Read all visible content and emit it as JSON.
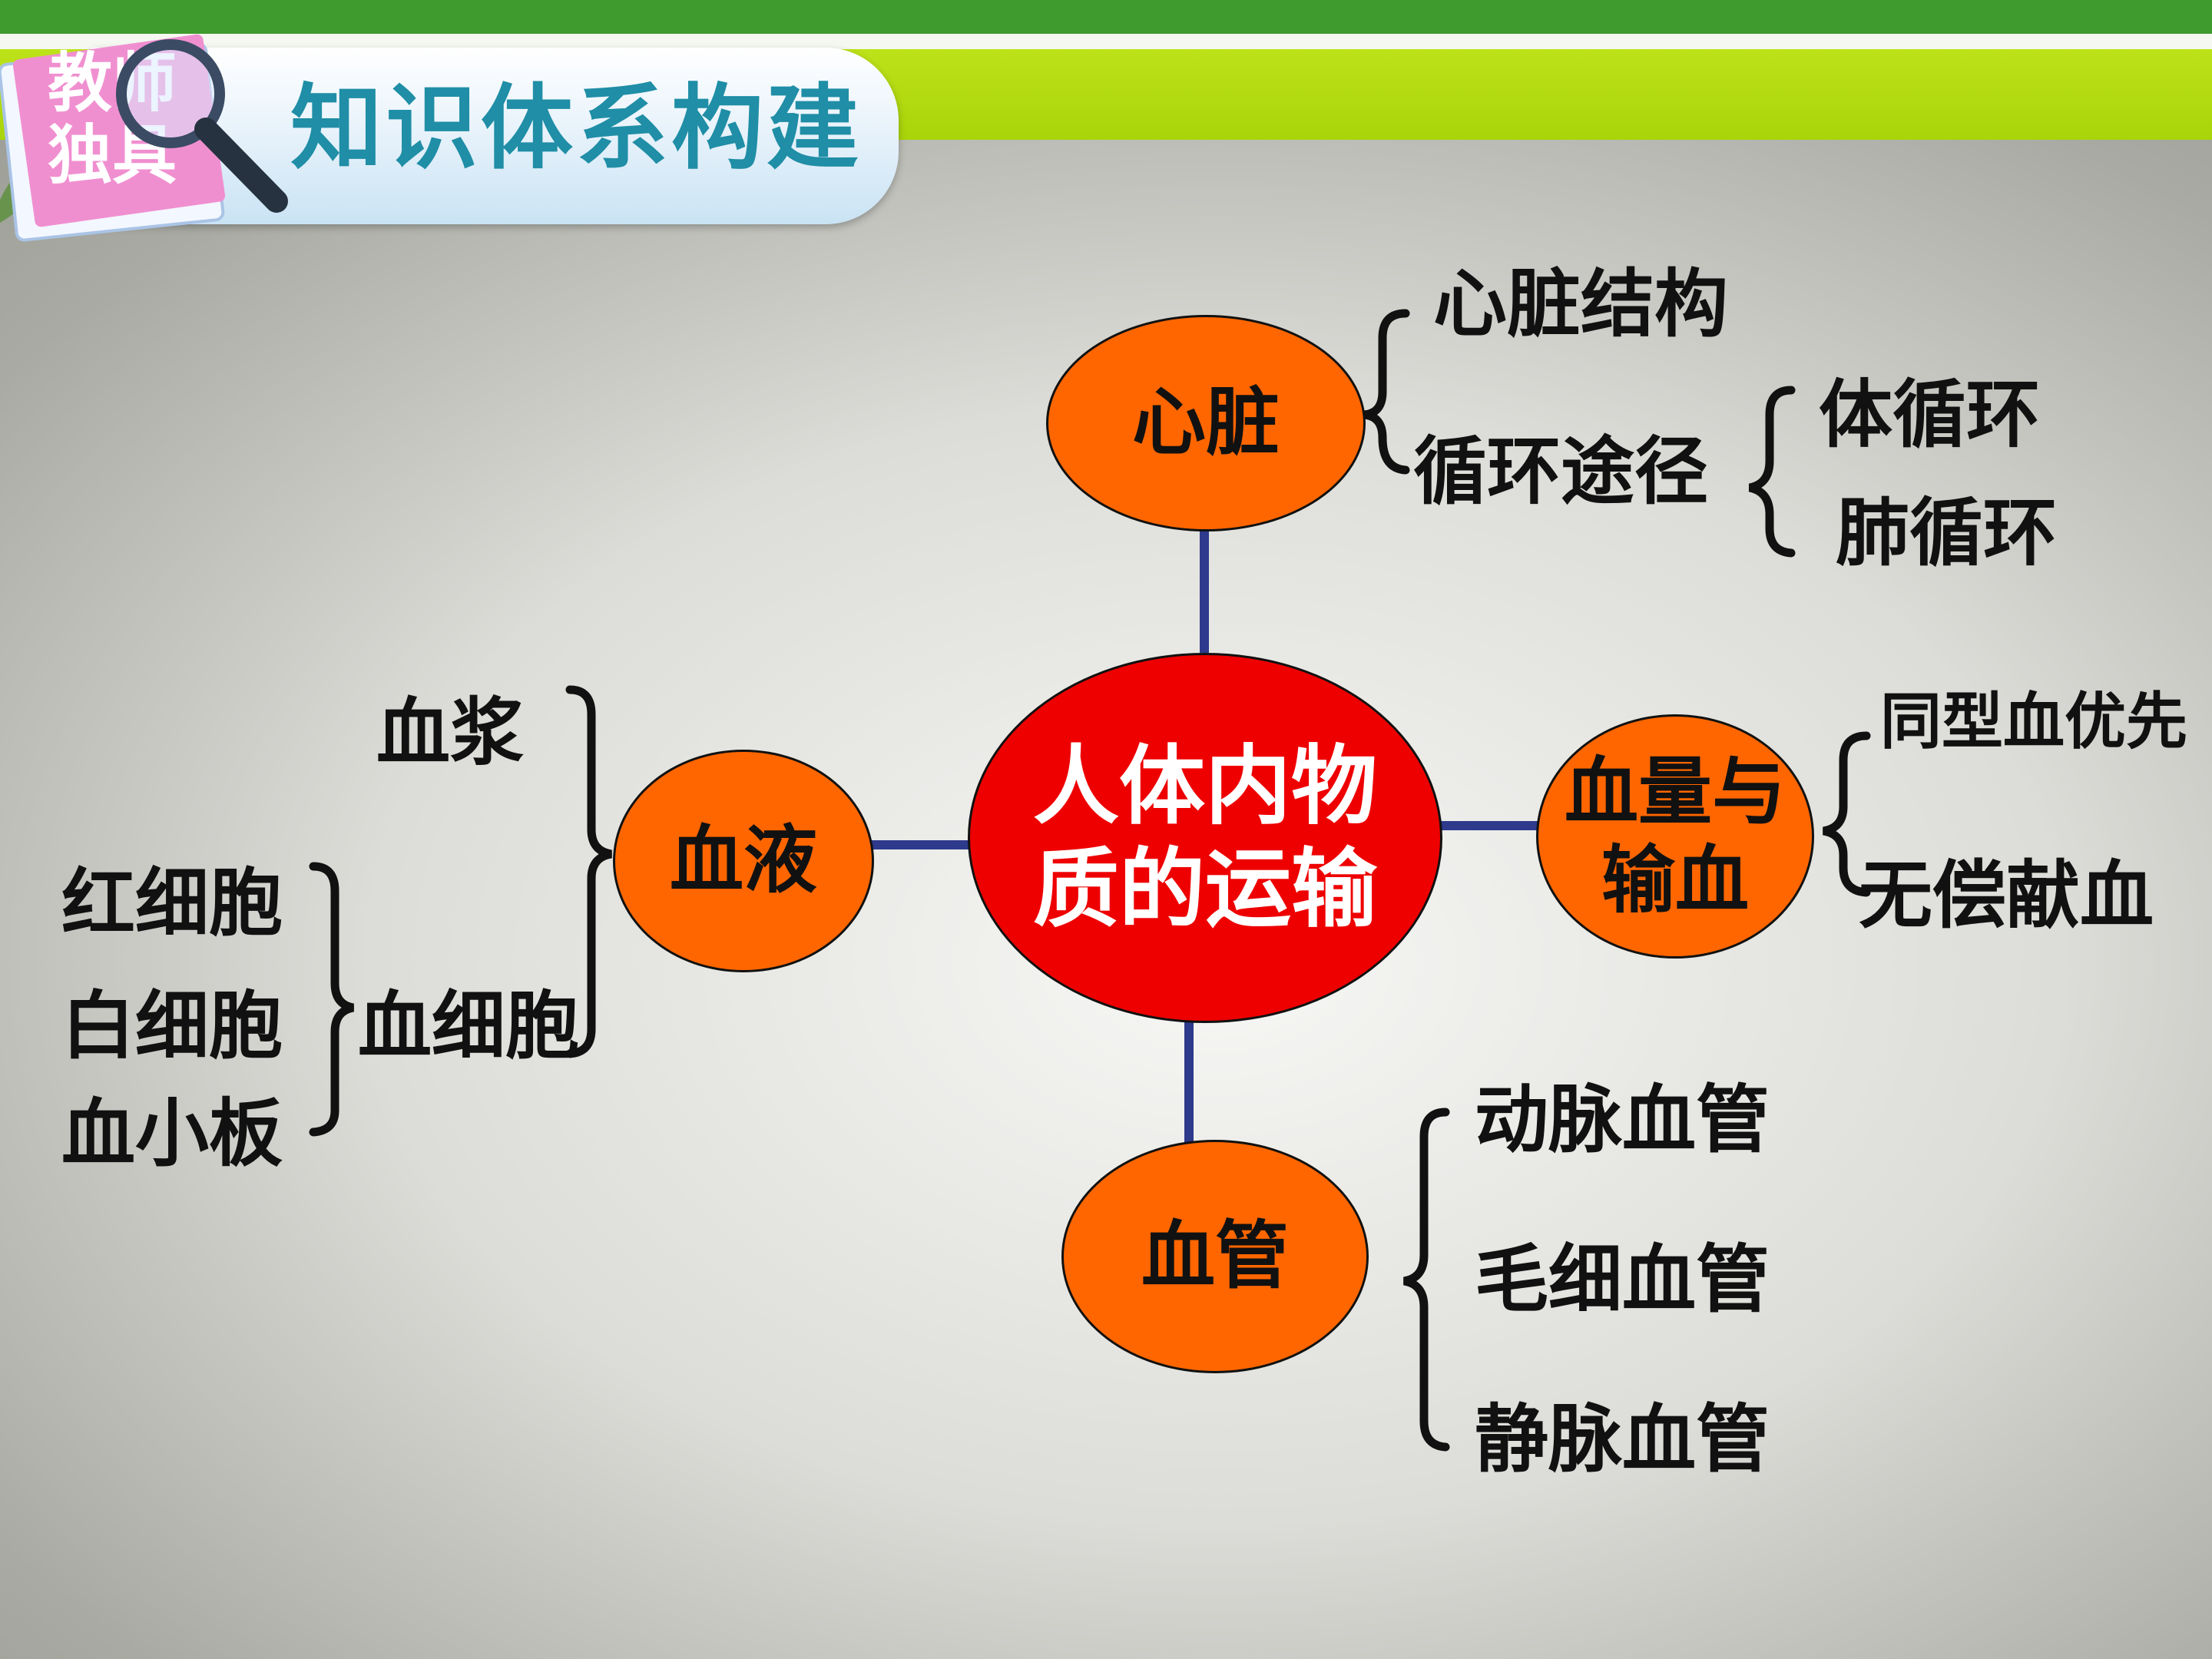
{
  "header": {
    "title": "知识体系构建",
    "badge_line1": "教师",
    "badge_line2": "独具"
  },
  "diagram": {
    "center": "人体内物\n质的运输",
    "heart": {
      "node": "心脏",
      "structure": "心脏结构",
      "pathway": "循环途径",
      "systemic": "体循环",
      "pulmonary": "肺循环"
    },
    "blood": {
      "node": "血液",
      "plasma": "血浆",
      "cells": "血细胞",
      "red_cells": "红细胞",
      "white_cells": "白细胞",
      "platelets": "血小板"
    },
    "volume": {
      "node": "血量与\n输血",
      "same_type": "同型血优先",
      "donation": "无偿献血"
    },
    "vessels": {
      "node": "血管",
      "artery": "动脉血管",
      "capillary": "毛细血管",
      "vein": "静脉血管"
    }
  },
  "colors": {
    "center_node": "#ee0000",
    "branch_node": "#ff6600",
    "connector": "#2e3a8c",
    "title_text": "#1f8ea6",
    "top_green": "#3f9b2e",
    "top_lime": "#a9d40a"
  }
}
